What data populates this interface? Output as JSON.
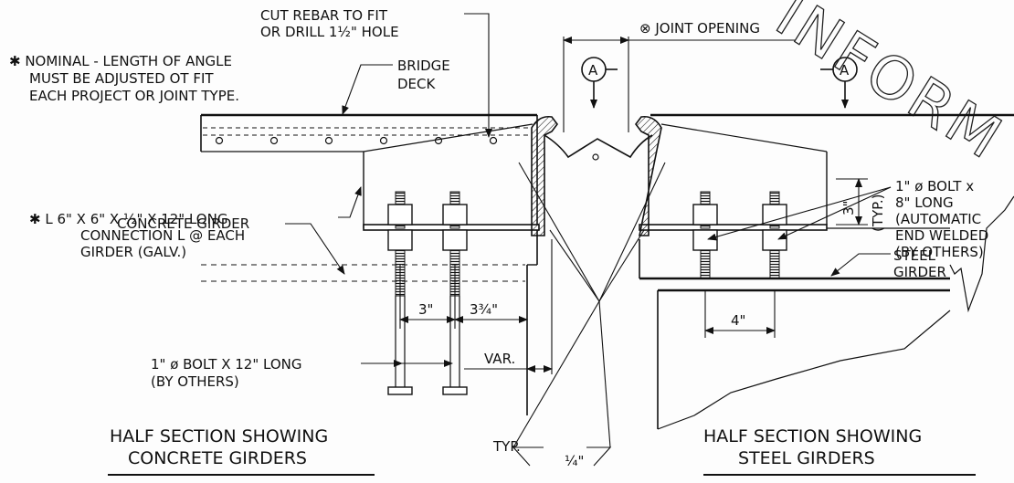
{
  "annotations": {
    "cut_rebar_line1": "CUT REBAR TO FIT",
    "cut_rebar_line2": "OR DRILL 1½\" HOLE",
    "joint_opening": "⊗ JOINT OPENING",
    "section_marker": "A",
    "nominal_line1": "✱ NOMINAL - LENGTH OF ANGLE",
    "nominal_line2": "MUST BE ADJUSTED OT FIT",
    "nominal_line3": "EACH PROJECT OR JOINT TYPE.",
    "bridge_deck_line1": "BRIDGE",
    "bridge_deck_line2": "DECK",
    "angle_line1": "✱ L 6\" X 6\" X ½\" X 12\" LONG",
    "angle_line2": "CONNECTION L @ EACH",
    "angle_line3": "GIRDER (GALV.)",
    "concrete_girder": "CONCRETE GIRDER",
    "dim_3": "3\"",
    "dim_3_3_4": "3¾\"",
    "var": "VAR.",
    "bolt12_line1": "1\" ø BOLT X 12\" LONG",
    "bolt12_line2": "(BY OTHERS)",
    "bolt8_line1": "1\" ø BOLT x",
    "bolt8_line2": "8\" LONG",
    "bolt8_line3": "(AUTOMATIC",
    "bolt8_line4": "END WELDED",
    "bolt8_line5": "(BY OTHERS)",
    "dim_3_vertical": "3\"",
    "typ_vertical": "(TYP.)",
    "steel_girder_line1": "STEEL",
    "steel_girder_line2": "GIRDER",
    "dim_4": "4\"",
    "typ": "TYP.",
    "quarter": "¼\"",
    "watermark": "INFORM"
  },
  "titles": {
    "left_line1": "HALF SECTION SHOWING",
    "left_line2": "CONCRETE GIRDERS",
    "right_line1": "HALF SECTION SHOWING",
    "right_line2": "STEEL GIRDERS"
  }
}
